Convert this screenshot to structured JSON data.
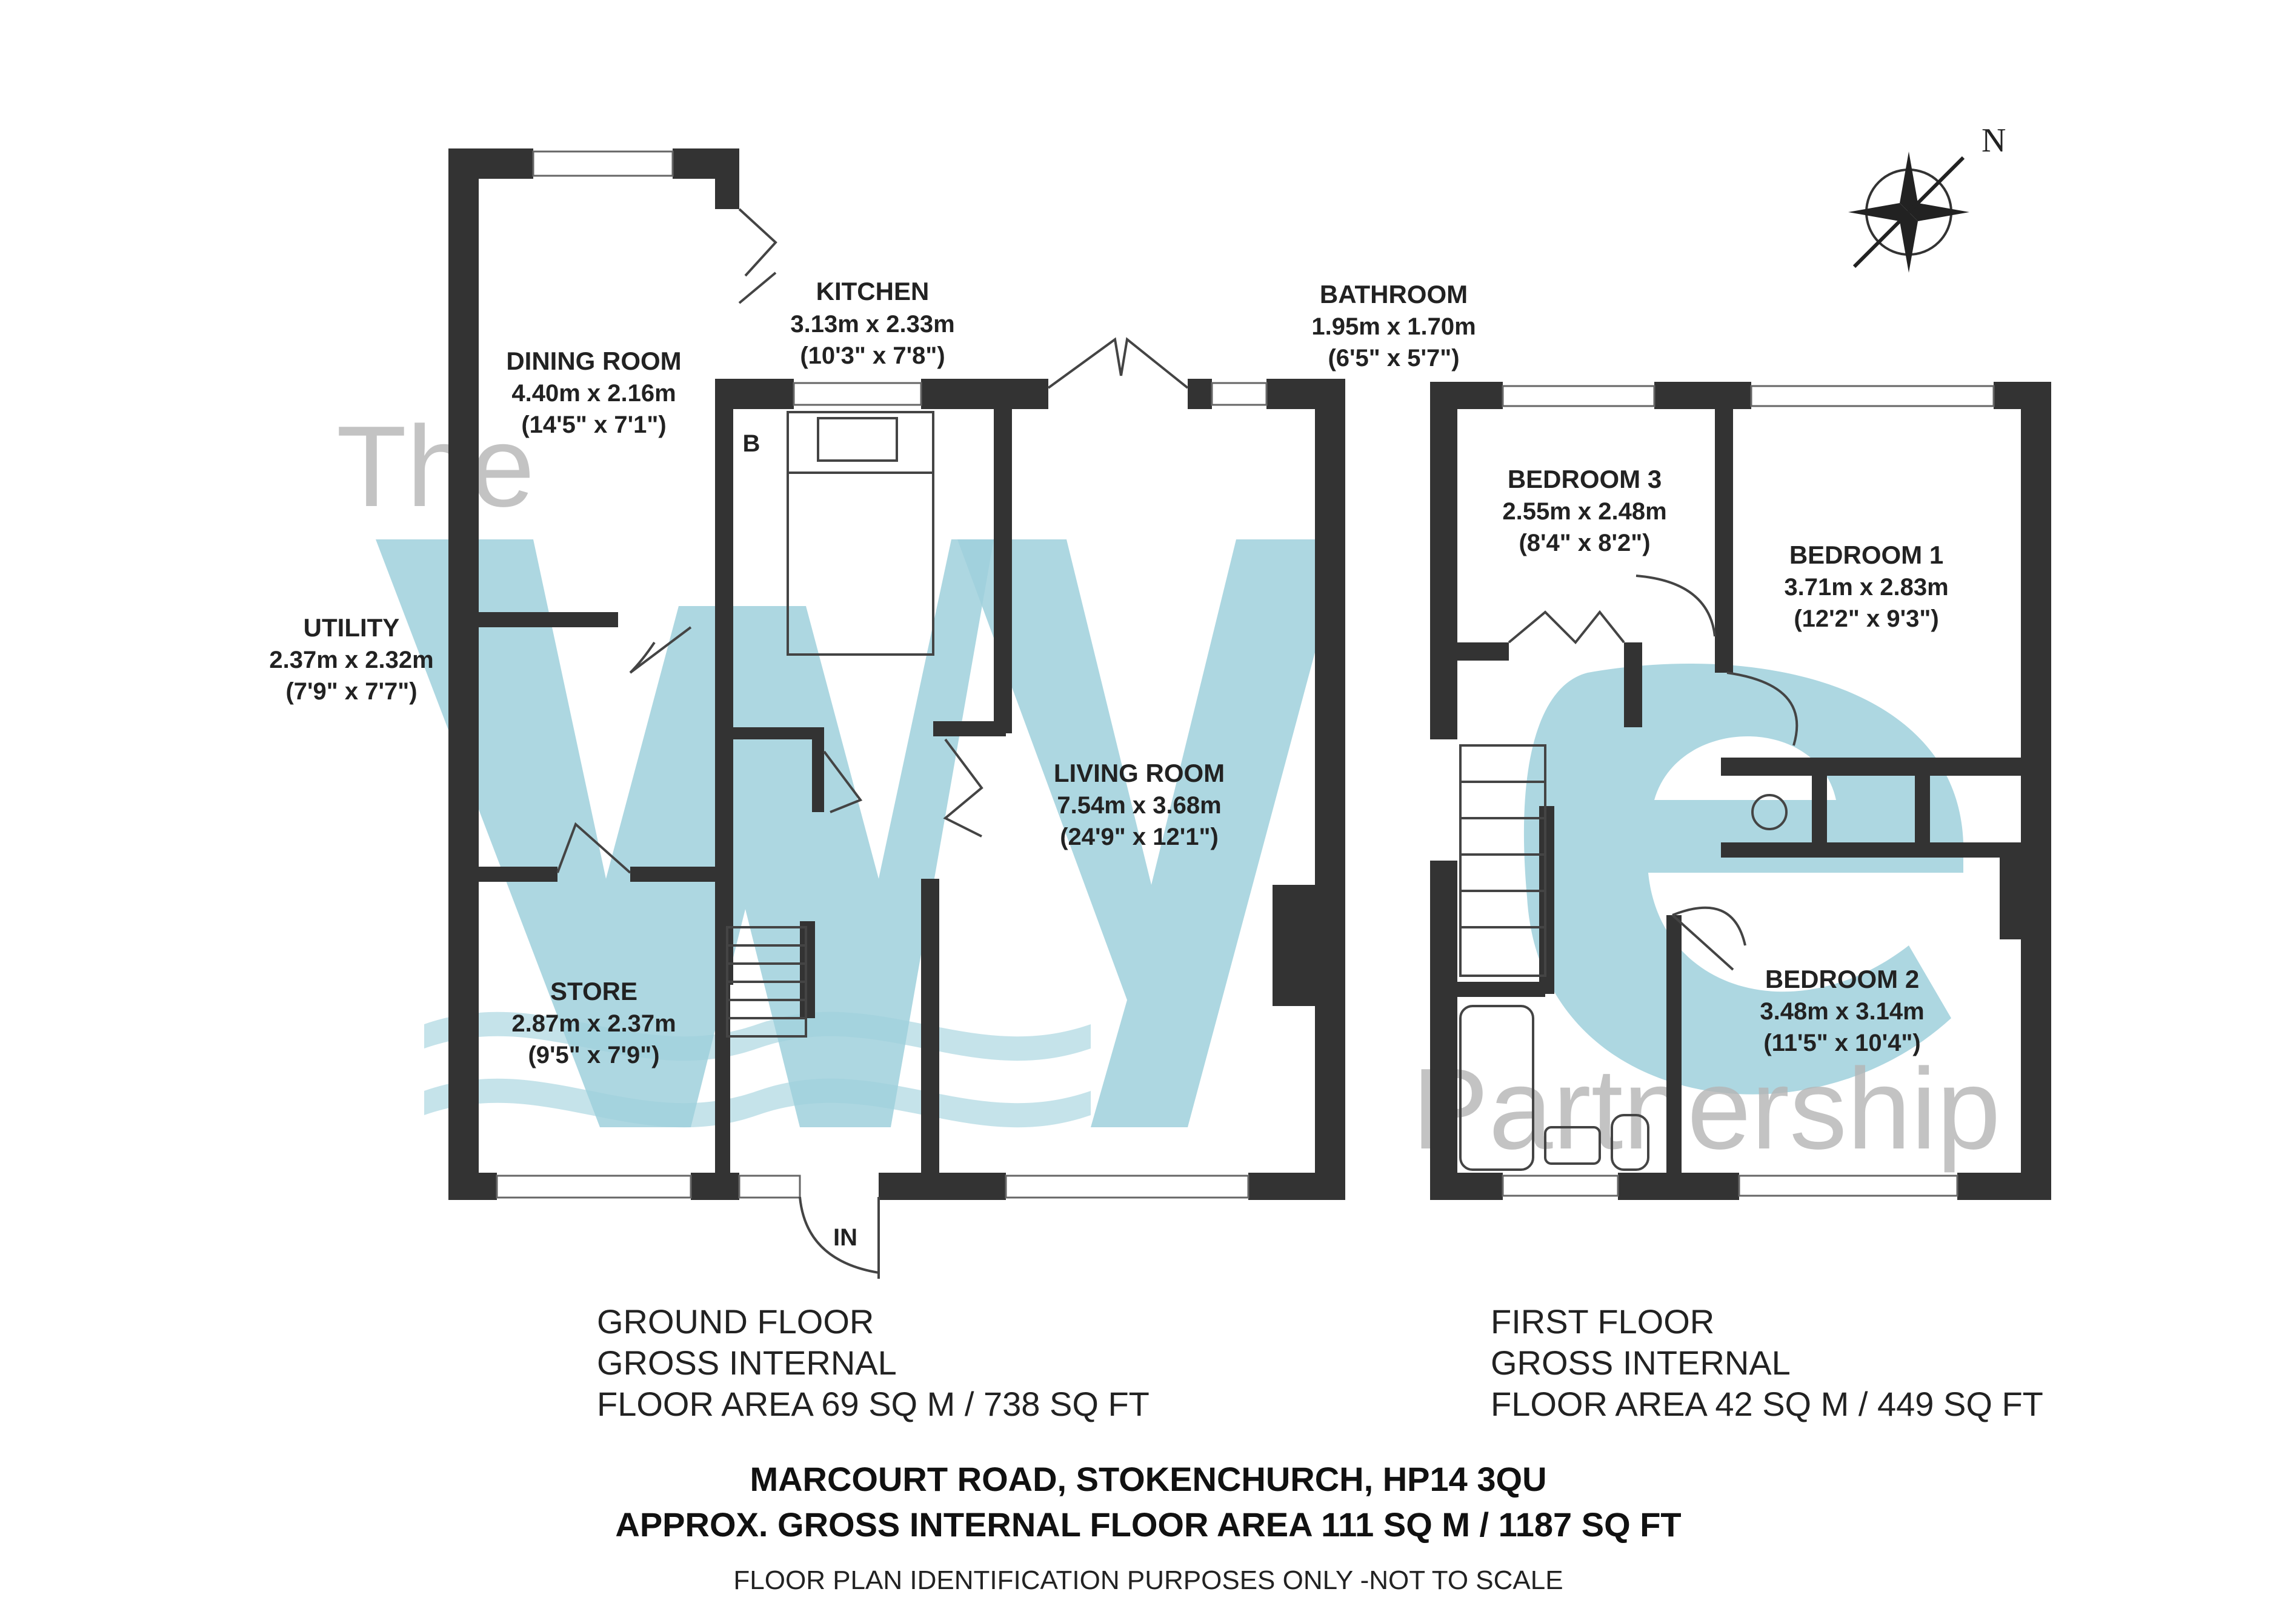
{
  "rooms": {
    "kitchen": {
      "name": "KITCHEN",
      "metric": "3.13m x 2.33m",
      "imperial": "(10'3\" x 7'8\")"
    },
    "dining": {
      "name": "DINING ROOM",
      "metric": "4.40m x 2.16m",
      "imperial": "(14'5\" x 7'1\")"
    },
    "utility": {
      "name": "UTILITY",
      "metric": "2.37m x 2.32m",
      "imperial": "(7'9\" x 7'7\")"
    },
    "living": {
      "name": "LIVING ROOM",
      "metric": "7.54m x 3.68m",
      "imperial": "(24'9\" x 12'1\")"
    },
    "store": {
      "name": "STORE",
      "metric": "2.87m x 2.37m",
      "imperial": "(9'5\" x 7'9\")"
    },
    "bathroom": {
      "name": "BATHROOM",
      "metric": "1.95m x 1.70m",
      "imperial": "(6'5\" x 5'7\")"
    },
    "bedroom3": {
      "name": "BEDROOM 3",
      "metric": "2.55m x 2.48m",
      "imperial": "(8'4\" x 8'2\")"
    },
    "bedroom1": {
      "name": "BEDROOM 1",
      "metric": "3.71m x 2.83m",
      "imperial": "(12'2\" x 9'3\")"
    },
    "bedroom2": {
      "name": "BEDROOM 2",
      "metric": "3.48m x 3.14m",
      "imperial": "(11'5\" x 10'4\")"
    }
  },
  "marks": {
    "boiler": "B",
    "entrance": "IN",
    "compass": "N"
  },
  "ground_floor": {
    "line1": "GROUND FLOOR",
    "line2": "GROSS INTERNAL",
    "line3": "FLOOR AREA 69 SQ M / 738 SQ FT"
  },
  "first_floor": {
    "line1": "FIRST FLOOR",
    "line2": "GROSS INTERNAL",
    "line3": "FLOOR AREA 42 SQ M / 449 SQ FT"
  },
  "address": "MARCOURT ROAD, STOKENCHURCH, HP14 3QU",
  "total_area": "APPROX. GROSS INTERNAL FLOOR AREA 111 SQ M / 1187 SQ FT",
  "disclaimer": "FLOOR PLAN IDENTIFICATION PURPOSES ONLY -NOT TO SCALE",
  "watermark": {
    "line1": "The",
    "brand": "wye",
    "line2": "Partnership"
  },
  "colors": {
    "wall": "#333333",
    "watermark_blue": "#9fd0dc",
    "watermark_grey": "#b5b5b5",
    "text": "#222222"
  }
}
